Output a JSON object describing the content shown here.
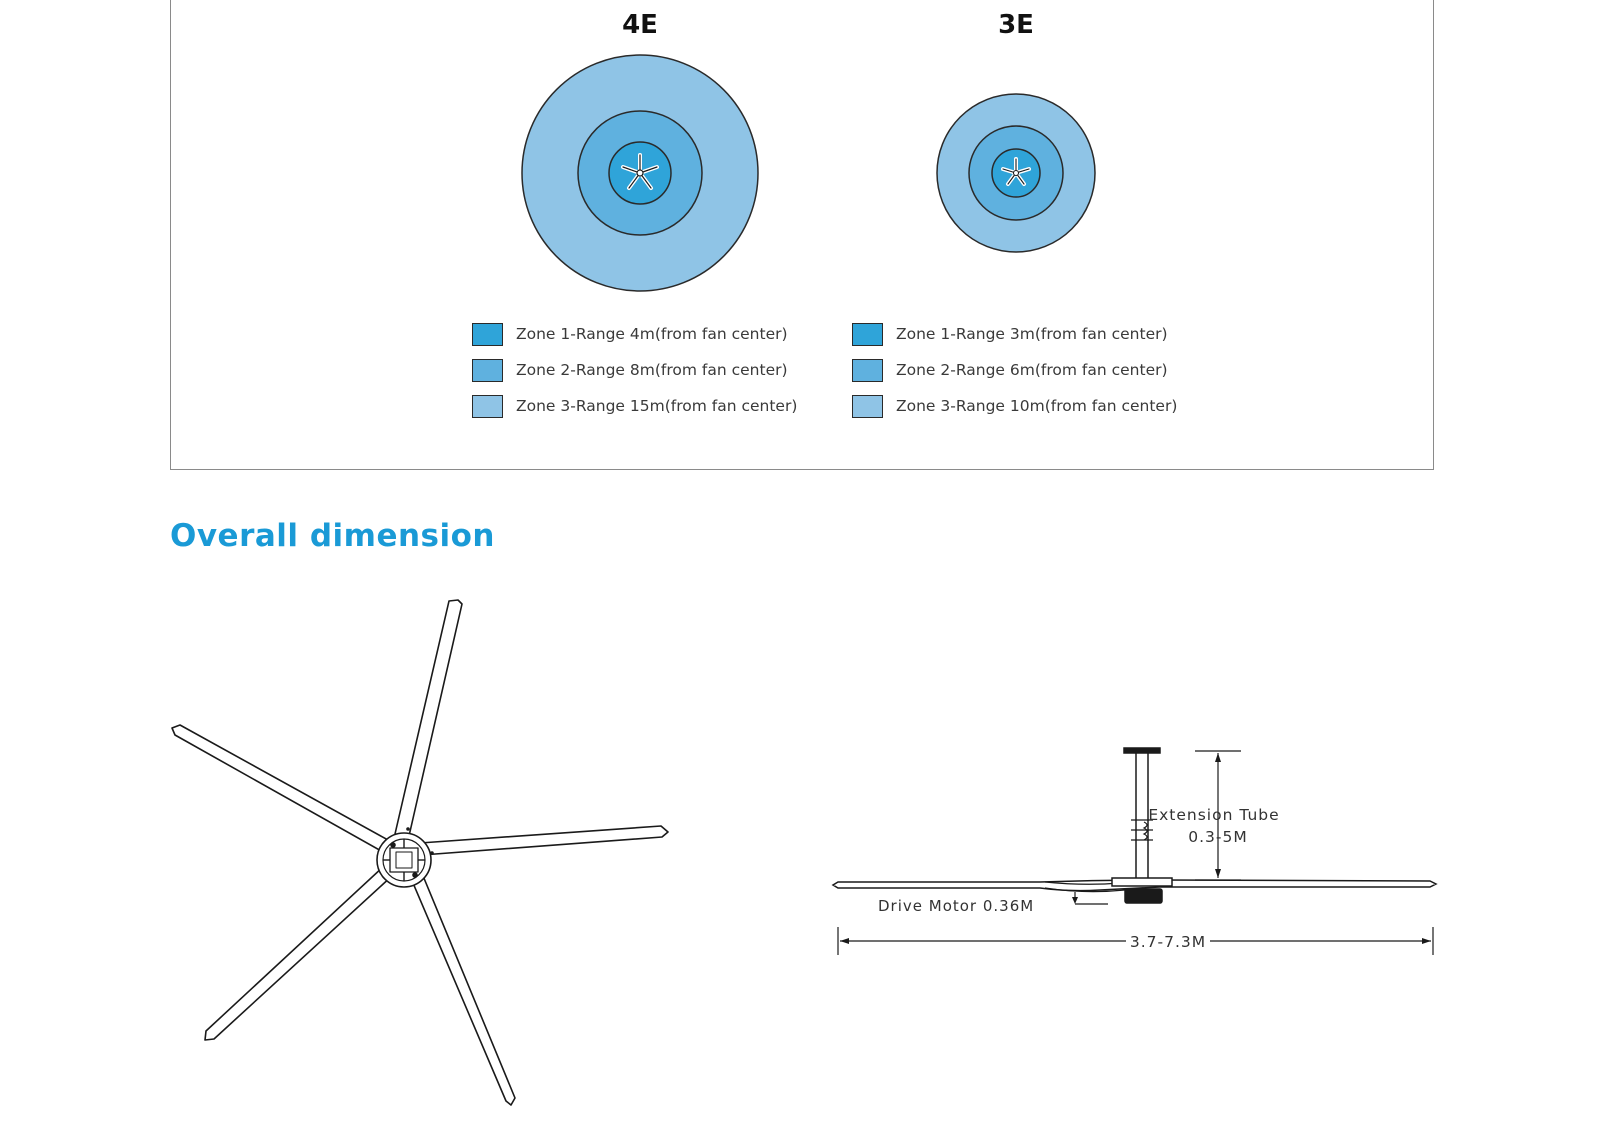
{
  "coverage": {
    "fans": [
      {
        "title": "4E",
        "legend": [
          {
            "label": "Zone 1-Range 4m(from fan center)",
            "color": "#2fa4d9"
          },
          {
            "label": "Zone 2-Range 8m(from fan center)",
            "color": "#5fb1df"
          },
          {
            "label": "Zone 3-Range 15m(from fan center)",
            "color": "#8fc4e6"
          }
        ]
      },
      {
        "title": "3E",
        "legend": [
          {
            "label": "Zone 1-Range 3m(from fan center)",
            "color": "#2fa4d9"
          },
          {
            "label": "Zone 2-Range 6m(from fan center)",
            "color": "#5fb1df"
          },
          {
            "label": "Zone 3-Range 10m(from fan center)",
            "color": "#8fc4e6"
          }
        ]
      }
    ]
  },
  "dimension": {
    "heading": "Overall dimension",
    "heading_color": "#1a9ad6",
    "extension_tube_label": "Extension Tube",
    "extension_tube_value": "0.3-5M",
    "drive_motor_label": "Drive Motor 0.36M",
    "span_label": "3.7-7.3M"
  }
}
